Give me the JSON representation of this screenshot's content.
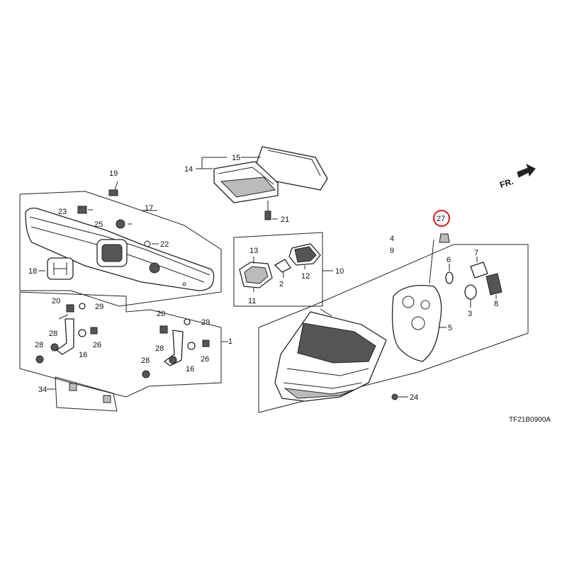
{
  "diagram": {
    "direction_label": "FR.",
    "figure_code": "TF21B0900A",
    "highlight_color": "#d11a1a",
    "highlighted_part": "27",
    "callouts": {
      "p1": "1",
      "p2": "2",
      "p3": "3",
      "p4": "4",
      "p5": "5",
      "p6": "6",
      "p7": "7",
      "p8": "8",
      "p9": "9",
      "p10": "10",
      "p11": "11",
      "p12": "12",
      "p13": "13",
      "p14": "14",
      "p15": "15",
      "p16a": "16",
      "p16b": "16",
      "p17": "17",
      "p18": "18",
      "p19": "19",
      "p20a": "20",
      "p20b": "20",
      "p21": "21",
      "p22": "22",
      "p23": "23",
      "p24": "24",
      "p25": "25",
      "p26a": "26",
      "p26b": "26",
      "p27": "27",
      "p28a": "28",
      "p28b": "28",
      "p28c": "28",
      "p28d": "28",
      "p29a": "29",
      "p29b": "29",
      "p34": "34"
    }
  }
}
